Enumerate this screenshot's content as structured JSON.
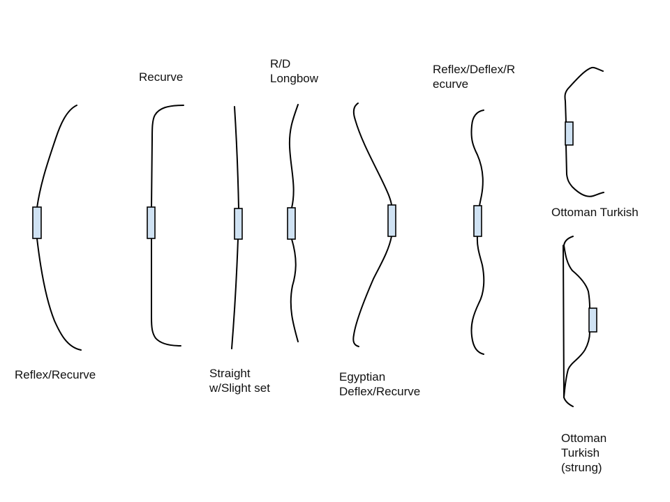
{
  "diagram": {
    "colors": {
      "stroke": "#000000",
      "grip_fill": "#cfe2f3",
      "text": "#111111",
      "background": "#ffffff"
    },
    "bows": [
      {
        "id": "reflex-recurve",
        "label": "Reflex/Recurve"
      },
      {
        "id": "recurve",
        "label": "Recurve"
      },
      {
        "id": "straight",
        "label": "Straight\nw/Slight set"
      },
      {
        "id": "rd-longbow",
        "label": "R/D\nLongbow"
      },
      {
        "id": "egyptian",
        "label": "Egyptian\nDeflex/Recurve"
      },
      {
        "id": "reflex-deflex-recurve",
        "label": "Reflex/Deflex/R\necurve"
      },
      {
        "id": "ottoman",
        "label": "Ottoman Turkish"
      },
      {
        "id": "ottoman-strung",
        "label": "Ottoman\nTurkish\n(strung)"
      }
    ]
  }
}
